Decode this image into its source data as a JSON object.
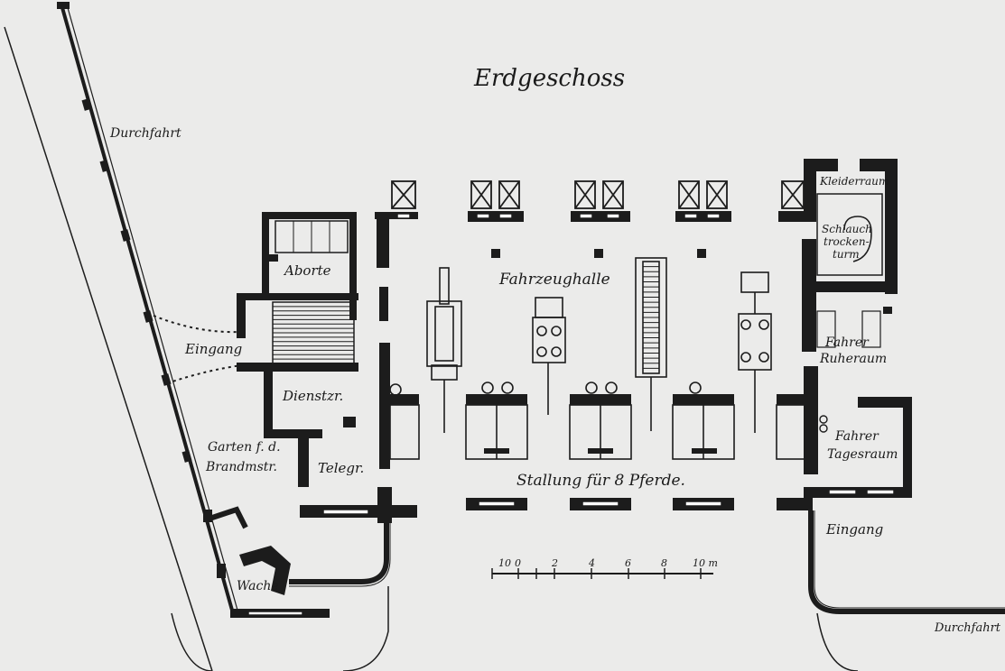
{
  "title": "Erdgeschoss",
  "labels": {
    "durchfahrt_left": "Durchfahrt",
    "durchfahrt_right": "Durchfahrt",
    "aborte": "Aborte",
    "eingang_left": "Eingang",
    "dienstzimmer": "Dienstzr.",
    "garten": "Garten f. d.",
    "garten2": "Brandmstr.",
    "telegr": "Telegr.",
    "wache": "Wache",
    "fahrzeughalle": "Fahrzeughalle",
    "stallung": "Stallung für 8 Pferde.",
    "kleiderraum": "Kleiderraum",
    "schlauch1": "Schlauch",
    "schlauch2": "trocken-",
    "schlauch3": "turm",
    "fahrer_ruhe1": "Fahrer",
    "fahrer_ruhe2": "Ruheraum",
    "fahrer_tages1": "Fahrer",
    "fahrer_tages2": "Tagesraum",
    "eingang_right": "Eingang"
  },
  "scale": {
    "ticks": [
      "10",
      "0",
      "2",
      "4",
      "6",
      "8",
      "10 m"
    ]
  },
  "colors": {
    "ink": "#1c1c1c",
    "paper": "#ebebea"
  }
}
